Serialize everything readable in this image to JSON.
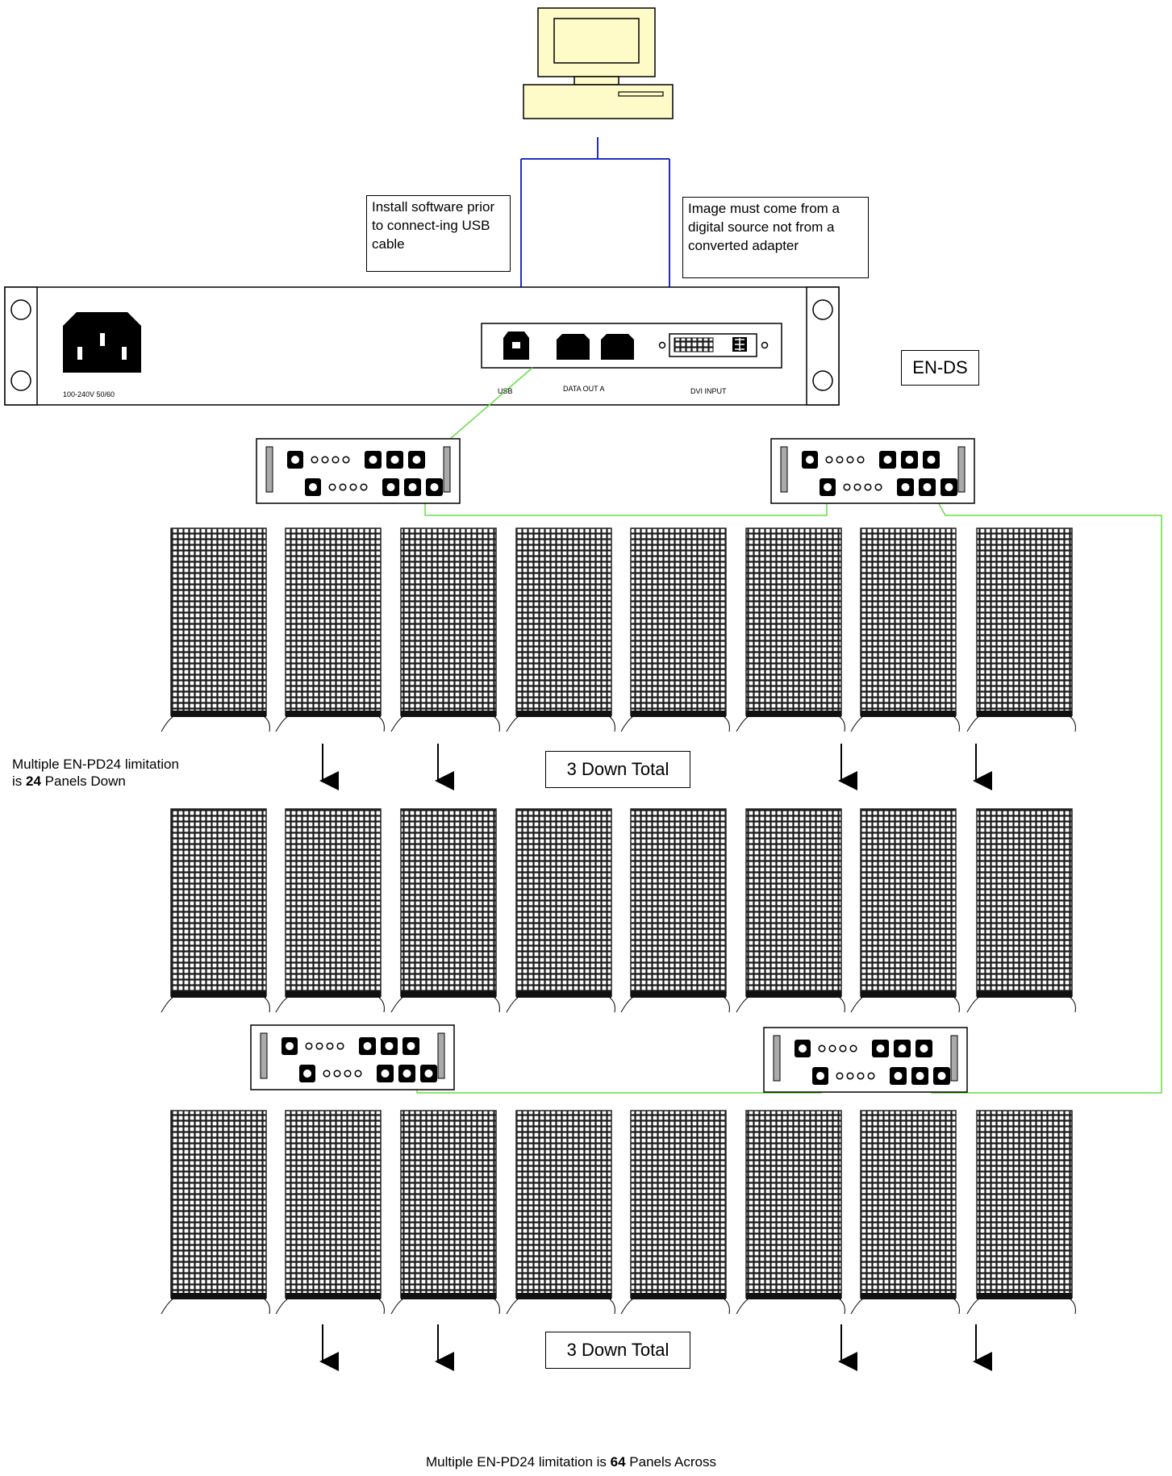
{
  "notes": {
    "usb_note": "Install software prior to connect-ing USB cable",
    "dvi_note": "Image must come from a digital source not from a converted adapter"
  },
  "device": {
    "name": "EN-DS",
    "power_label": "100-240V 50/60",
    "usb_label": "USB",
    "data_out_label": "DATA OUT A",
    "dvi_label": "DVI INPUT"
  },
  "labels": {
    "down_total_top": "3 Down Total",
    "down_total_bottom": "3 Down Total",
    "limit_down_line1": "Multiple  EN-PD24 limitation",
    "limit_down_pre": "is ",
    "limit_down_num": "24",
    "limit_down_post": " Panels Down",
    "limit_across_pre": "Multiple EN-PD24 limitation is ",
    "limit_across_num": "64",
    "limit_across_post": " Panels Across"
  },
  "panel_grid": {
    "columns": 8,
    "rows": 3
  },
  "colors": {
    "usb_dvi_cable": "#1f2fbf",
    "data_cable": "#66dd44",
    "computer_fill": "#fffbc8"
  }
}
